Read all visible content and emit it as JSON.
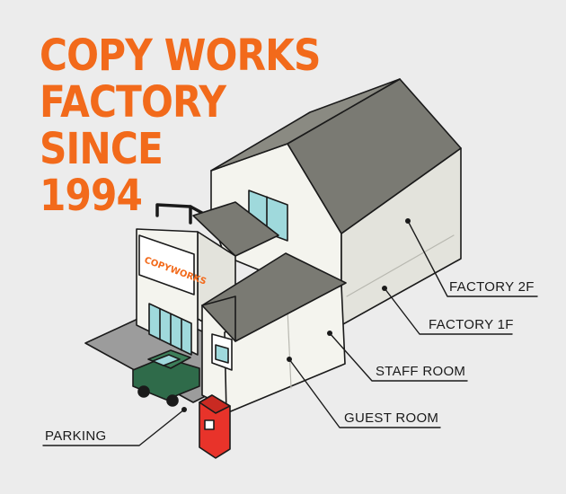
{
  "title": {
    "lines": [
      "COPY WORKS",
      "FACTORY",
      "SINCE",
      "1994"
    ]
  },
  "sign_text": "COPYWORKS",
  "labels": {
    "factory_2f": "FACTORY 2F",
    "factory_1f": "FACTORY 1F",
    "staff_room": "STAFF ROOM",
    "guest_room": "GUEST ROOM",
    "parking": "PARKING"
  },
  "colors": {
    "title": "#f26a1b",
    "background": "#ececec",
    "roof": "#7a7a73",
    "wall": "#f4f4ee",
    "wall_shade": "#e3e3dc",
    "window": "#9fd9dc",
    "car": "#2f6b4a",
    "mailbox": "#e8332a",
    "pavement": "#9c9c9c",
    "line": "#1a1a1a"
  }
}
